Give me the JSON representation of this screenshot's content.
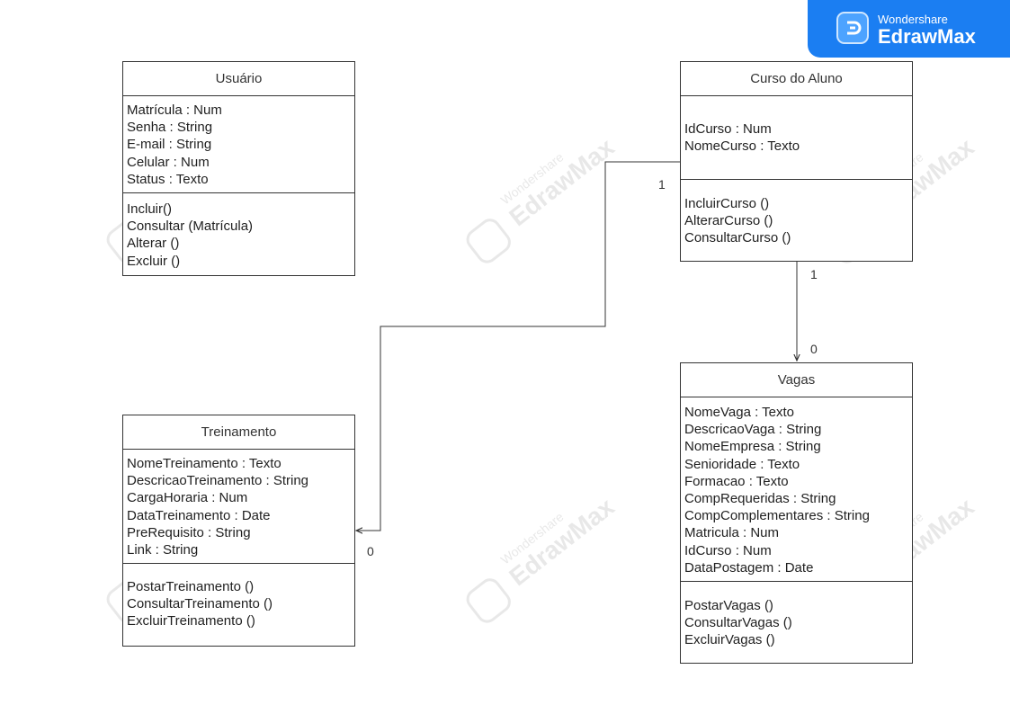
{
  "brand": {
    "small": "Wondershare",
    "big": "EdrawMax"
  },
  "watermark": {
    "small": "Wondershare",
    "big": "EdrawMax"
  },
  "classes": {
    "usuario": {
      "name": "Usuário",
      "attributes": [
        "Matrícula : Num",
        "Senha : String",
        "E-mail : String",
        "Celular : Num",
        "Status : Texto"
      ],
      "methods": [
        "Incluir()",
        "Consultar (Matrícula)",
        "Alterar ()",
        "Excluir ()"
      ]
    },
    "curso": {
      "name": "Curso do Aluno",
      "attributes": [
        "IdCurso : Num",
        "NomeCurso : Texto"
      ],
      "methods": [
        "IncluirCurso ()",
        "AlterarCurso ()",
        "ConsultarCurso ()"
      ]
    },
    "treinamento": {
      "name": "Treinamento",
      "attributes": [
        "NomeTreinamento : Texto",
        "DescricaoTreinamento : String",
        "CargaHoraria : Num",
        "DataTreinamento : Date",
        "PreRequisito : String",
        "Link : String"
      ],
      "methods": [
        "PostarTreinamento ()",
        "ConsultarTreinamento ()",
        "ExcluirTreinamento ()"
      ]
    },
    "vagas": {
      "name": "Vagas",
      "attributes": [
        "NomeVaga : Texto",
        "DescricaoVaga : String",
        "NomeEmpresa : String",
        "Senioridade : Texto",
        "Formacao : Texto",
        "CompRequeridas : String",
        "CompComplementares : String",
        "Matricula : Num",
        "IdCurso : Num",
        "DataPostagem : Date"
      ],
      "methods": [
        "PostarVagas ()",
        "ConsultarVagas ()",
        "ExcluirVagas ()"
      ]
    }
  },
  "associations": [
    {
      "from": "Curso do Aluno",
      "to": "Treinamento",
      "from_mult": "1",
      "to_mult": "0"
    },
    {
      "from": "Curso do Aluno",
      "to": "Vagas",
      "from_mult": "1",
      "to_mult": "0"
    }
  ]
}
